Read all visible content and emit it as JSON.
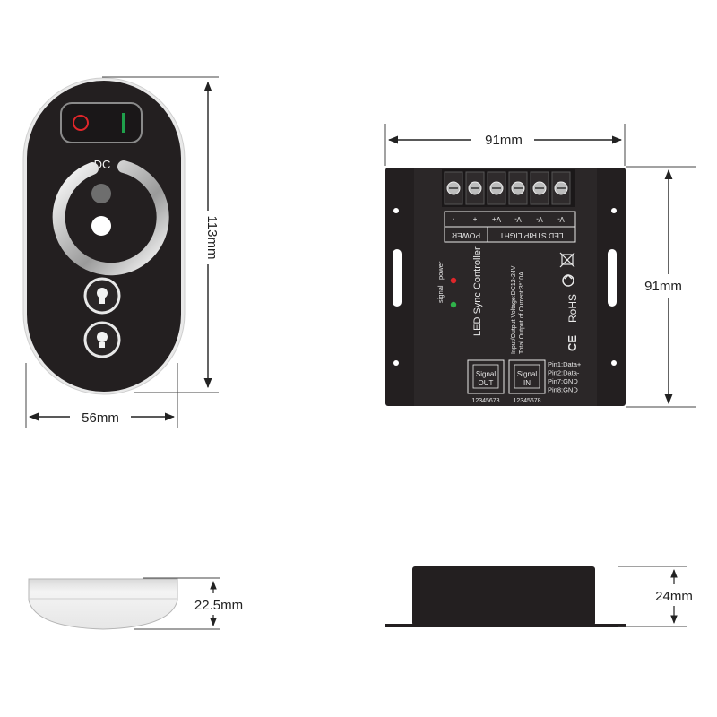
{
  "remote": {
    "mode_label": "DC",
    "width_dim": "56mm",
    "height_dim": "113mm",
    "depth_dim": "22.5mm"
  },
  "controller": {
    "width_dim": "91mm",
    "height_dim": "91mm",
    "depth_dim": "24mm",
    "terminal_signs": [
      "-",
      "+",
      "V+",
      "V-",
      "V-",
      "V-"
    ],
    "power_label": "POWER",
    "strip_label": "LED STRIP LIGHT",
    "title": "LED Sync Controller",
    "spec_line1": "Input/Output Voltage:DC12-24V",
    "spec_line2": "Total Output of Current:3*10A",
    "signal_label": "signal",
    "power_led_label": "power",
    "port_out_label_1": "Signal",
    "port_out_label_2": "OUT",
    "port_in_label_1": "Signal",
    "port_in_label_2": "IN",
    "pin_numbers_out": "12345678",
    "pin_numbers_in": "12345678",
    "pins": [
      "Pin1:Data+",
      "Pin2:Data-",
      "Pin7:GND",
      "Pin8:GND"
    ],
    "rohs_label": "RoHS",
    "ce_label": "CE"
  },
  "colors": {
    "device_body": "#231f20",
    "led_red": "#e0262a",
    "led_green": "#2fb34a",
    "switch_on": "#1fa04b"
  }
}
